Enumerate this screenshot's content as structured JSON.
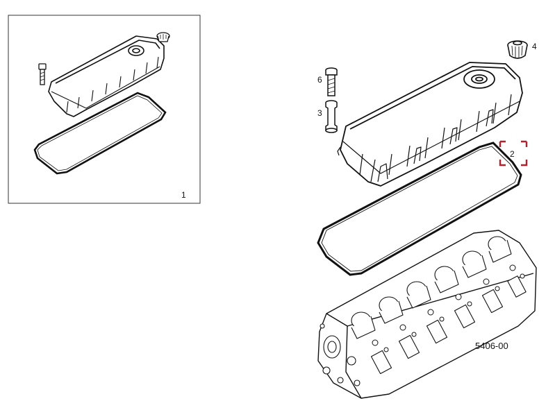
{
  "inset": {
    "label": "1"
  },
  "callouts": {
    "gasket": "2",
    "grommet": "3",
    "oil_cap": "4",
    "bolt": "6"
  },
  "figure_code": "5406-00",
  "colors": {
    "line": "#111111",
    "highlight": "#b3212e",
    "paper": "#ffffff"
  }
}
